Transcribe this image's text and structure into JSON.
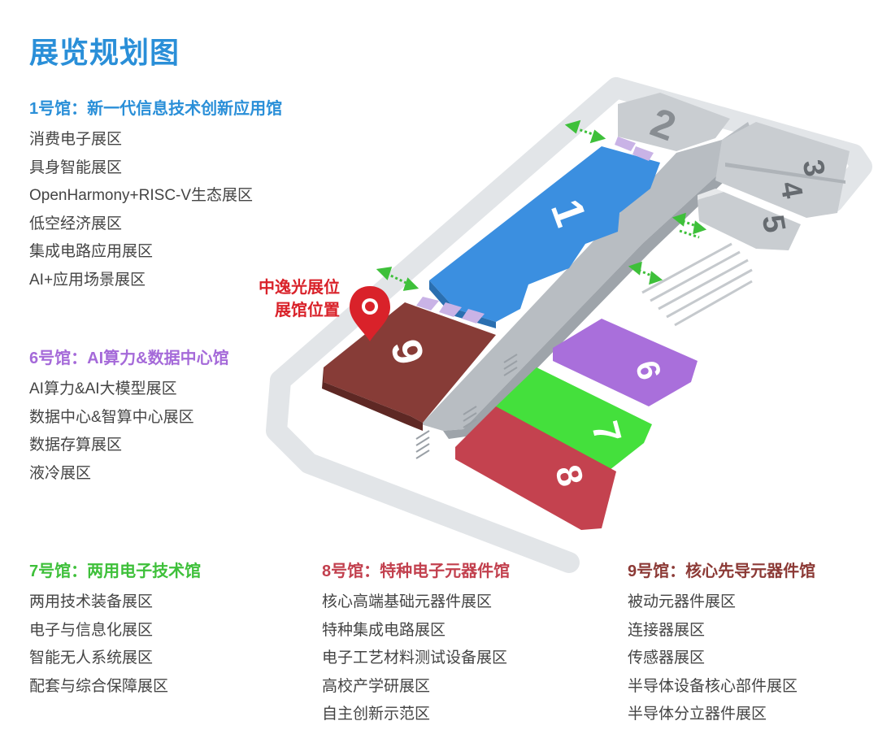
{
  "title": "展览规划图",
  "halls": {
    "h1": {
      "title": "1号馆：新一代信息技术创新应用馆",
      "color": "#2a8fd8",
      "zones": [
        "消费电子展区",
        "具身智能展区",
        "OpenHarmony+RISC-V生态展区",
        "低空经济展区",
        "集成电路应用展区",
        "AI+应用场景展区"
      ]
    },
    "h6": {
      "title": "6号馆：AI算力&数据中心馆",
      "color": "#a56ad9",
      "zones": [
        "AI算力&AI大模型展区",
        "数据中心&智算中心展区",
        "数据存算展区",
        "液冷展区"
      ]
    },
    "h7": {
      "title": "7号馆：两用电子技术馆",
      "color": "#3ec03a",
      "zones": [
        "两用技术装备展区",
        "电子与信息化展区",
        "智能无人系统展区",
        "配套与综合保障展区"
      ]
    },
    "h8": {
      "title": "8号馆：特种电子元器件馆",
      "color": "#c2404e",
      "zones": [
        "核心高端基础元器件展区",
        "特种集成电路展区",
        "电子工艺材料测试设备展区",
        "高校产学研展区",
        "自主创新示范区"
      ]
    },
    "h9": {
      "title": "9号馆：核心先导元器件馆",
      "color": "#8c3a36",
      "zones": [
        "被动元器件展区",
        "连接器展区",
        "传感器展区",
        "半导体设备核心部件展区",
        "半导体分立器件展区"
      ]
    }
  },
  "map": {
    "booth_label_line1": "中逸光展位",
    "booth_label_line2": "展馆位置",
    "booth_pin_color": "#d9222a",
    "numbers": {
      "n1": "1",
      "n2": "2",
      "n3": "3",
      "n4": "4",
      "n5": "5",
      "n6": "6",
      "n7": "7",
      "n8": "8",
      "n9": "9"
    },
    "colors": {
      "hall1": "#3b8fe0",
      "hall6": "#a96fdb",
      "hall7": "#44e03c",
      "hall8": "#c4424f",
      "hall9": "#873c37",
      "grey_hall": "#c9cdd1",
      "corridor": "#b8bdc2",
      "connector_arrow": "#3ec03a"
    }
  }
}
